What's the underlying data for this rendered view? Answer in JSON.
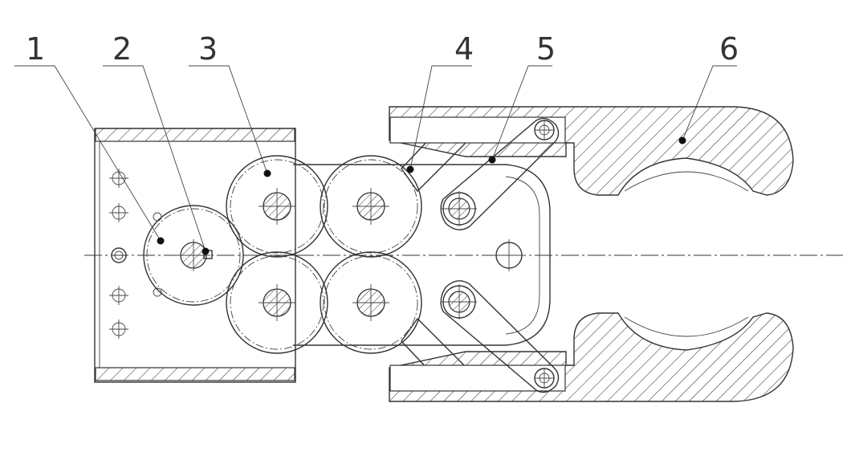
{
  "diagram": {
    "labels": [
      "1",
      "2",
      "3",
      "4",
      "5",
      "6"
    ]
  },
  "colors": {
    "line": "#333333",
    "background": "#ffffff"
  }
}
